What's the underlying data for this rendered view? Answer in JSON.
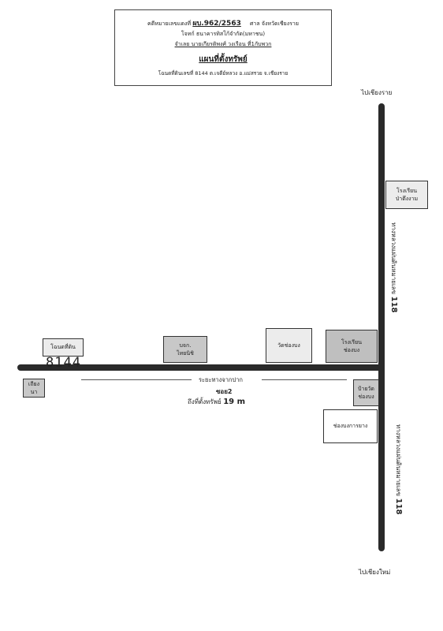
{
  "header": {
    "case_prefix": "คดีหมายเลขแดงที่ ",
    "case_no": "ผบ.962/2563",
    "court": "ศาล จังหวัดเชียงราย",
    "plaintiff": "โจทก์ ธนาคารทิสโก้จำกัด(มหาชน)",
    "defendant": "จำเลย นายเกียรติพงศ์ วงเรือน ที่1กับพวก",
    "map_title": "แผนที่ตั้งทรัพย์",
    "deed": "โฉนดที่ดินเลขที่ 8144 ต.เจดีย์หลวง อ.แม่สรวย จ.เชียงราย"
  },
  "directions": {
    "north": "ไปเชียงราย",
    "south": "ไปเชียงใหม่"
  },
  "highway": {
    "prefix": "ทางหลวงแผ่นดินหมายเลข ",
    "number": "118"
  },
  "landmarks": {
    "school_pa_tueng_ngam": "โรงเรียน\nป่าตึงงาม",
    "company": "บจก.\nไทยนิชิ",
    "wat_chong_bong": "วัดช่องบง",
    "school_chong_bong": "โรงเรียน\nช่องบง",
    "bus_stop": "ป้ายวัด\nช่องบง",
    "chong_bong_market": "ช่องบงการยาง",
    "field": "เถียง\nนา",
    "land_deed": "โฉนดที่ดิน"
  },
  "plot_number": "8144",
  "soi_info": {
    "distance": "ระยะทางจากปาก",
    "soi": "ซอย2",
    "to_property": "ถึงที่ตั้งทรัพย์ ",
    "meters": "19 m"
  }
}
